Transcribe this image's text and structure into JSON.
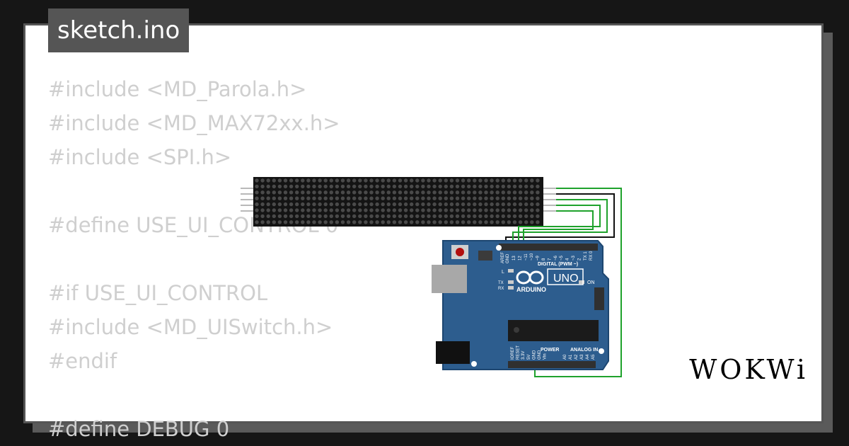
{
  "tab": {
    "label": "sketch.ino"
  },
  "code": {
    "lines": [
      "#include <MD_Parola.h>",
      "#include <MD_MAX72xx.h>",
      "#include <SPI.h>",
      "",
      "#define USE_UI_CONTROL 0",
      "",
      "#if USE_UI_CONTROL",
      "#include <MD_UISwitch.h>",
      "#endif",
      "",
      "#define DEBUG 0"
    ]
  },
  "board": {
    "brand": "ARDUINO",
    "model": "UNO",
    "digital_label": "DIGITAL (PWM ~)",
    "power_label": "POWER",
    "analog_label": "ANALOG IN",
    "on_label": "ON",
    "l_label": "L",
    "tx_label": "TX",
    "rx_label": "RX",
    "aref_label": "AREF",
    "gnd_label": "GND",
    "digital_pins": [
      "13",
      "12",
      "~11",
      "~10",
      "~9",
      "8",
      "7",
      "~6",
      "~5",
      "4",
      "~3",
      "2",
      "TX 1",
      "RX 0"
    ],
    "power_pins": [
      "IOREF",
      "RESET",
      "3.3V",
      "5V",
      "GND",
      "GND",
      "Vin"
    ],
    "analog_pins": [
      "A0",
      "A1",
      "A2",
      "A3",
      "A4",
      "A5"
    ]
  },
  "logo": {
    "text": "WOKWi"
  },
  "colors": {
    "background": "#161616",
    "tab": "#555555",
    "code": "#cfcfcf",
    "board": "#2d5d8e",
    "wire_green": "#1fa22c",
    "wire_black": "#111111"
  }
}
